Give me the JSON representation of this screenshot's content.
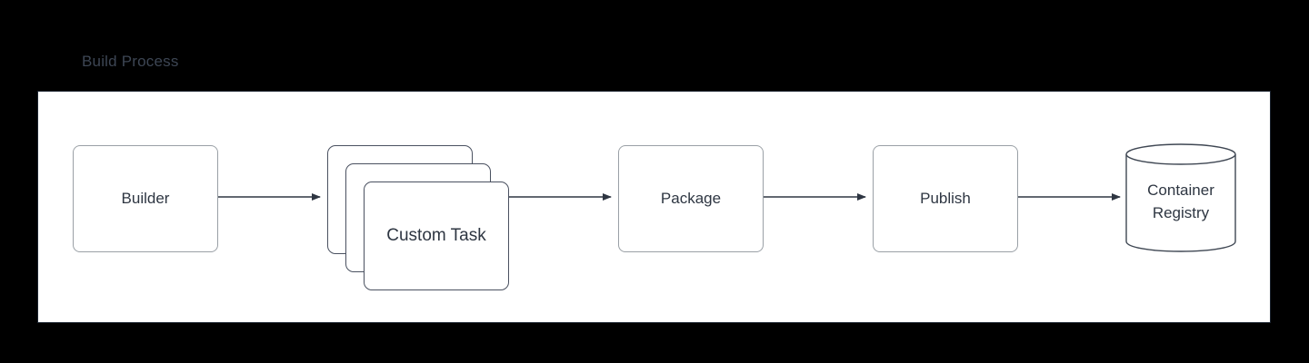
{
  "diagram": {
    "title": "Build Process",
    "type": "flow-diagram",
    "background_color": "#000000",
    "panel_color": "#ffffff",
    "title_color": "#3d4654",
    "node_text_color": "#2e3642",
    "node_border_color": "#9aa0a6",
    "edge_color": "#2e3642",
    "nodes": [
      {
        "id": "builder",
        "label": "Builder",
        "shape": "rounded-rect"
      },
      {
        "id": "custom-task",
        "label": "Custom Task",
        "shape": "stacked-rounded-rect",
        "stack_count": 3
      },
      {
        "id": "package",
        "label": "Package",
        "shape": "rounded-rect"
      },
      {
        "id": "publish",
        "label": "Publish",
        "shape": "rounded-rect"
      },
      {
        "id": "container-registry",
        "label_line1": "Container",
        "label_line2": "Registry",
        "shape": "cylinder"
      }
    ],
    "edges": [
      {
        "from": "builder",
        "to": "custom-task",
        "arrow": "single"
      },
      {
        "from": "custom-task",
        "to": "package",
        "arrow": "single"
      },
      {
        "from": "package",
        "to": "publish",
        "arrow": "single"
      },
      {
        "from": "publish",
        "to": "container-registry",
        "arrow": "single"
      }
    ]
  }
}
